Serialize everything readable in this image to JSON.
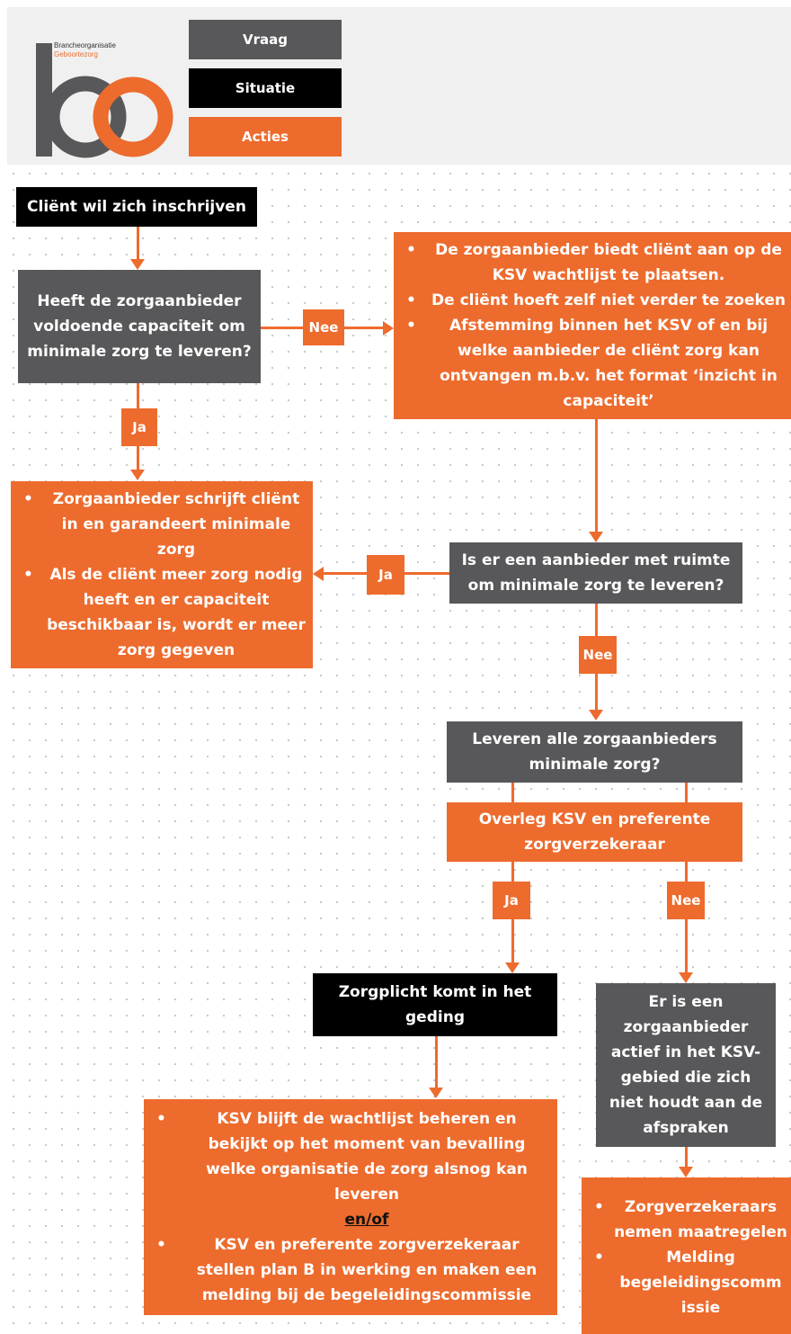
{
  "logo": {
    "line1": "Brancheorganisatie",
    "line2": "Geboortezorg",
    "mark": "bo"
  },
  "legend": {
    "question": "Vraag",
    "situation": "Situatie",
    "actions": "Acties"
  },
  "colors": {
    "orange": "#ed6b2d",
    "gray": "#58585a",
    "black": "#000000"
  },
  "start": "Cliënt wil zich inschrijven",
  "q1": "Heeft de zorgaanbieder voldoende capaciteit om minimale zorg te leveren?",
  "action_ksv": [
    "De zorgaanbieder biedt cliënt aan op de KSV wachtlijst te plaatsen.",
    "De cliënt hoeft zelf niet verder te zoeken",
    "Afstemming binnen het KSV of en bij welke aanbieder de cliënt zorg kan ontvangen  m.b.v. het format ‘inzicht in capaciteit’"
  ],
  "action_register": [
    "Zorgaanbieder schrijft cliënt in en garandeert minimale zorg",
    "Als de cliënt meer zorg nodig heeft en er capaciteit beschikbaar is, wordt er meer zorg gegeven"
  ],
  "q2": "Is er een aanbieder met ruimte om minimale zorg te leveren?",
  "q3": "Leveren alle zorgaanbieders minimale zorg?",
  "action_overleg": "Overleg KSV en preferente zorgverzekeraar",
  "situation_zorgplicht": "Zorgplicht komt in het geding",
  "q4": "Er is een zorgaanbieder actief in het KSV-gebied die zich niet houdt aan de afspraken",
  "action_plan": {
    "item1": "KSV blijft de wachtlijst beheren en bekijkt op het moment van bevalling welke organisatie de zorg alsnog kan leveren",
    "connector": "en/of",
    "item2": "KSV en preferente zorgverzekeraar stellen plan B in werking en maken een melding bij de begeleidingscommissie"
  },
  "action_insurers": [
    "Zorgverzekeraars nemen maatregelen",
    "Melding begeleidingscomm issie"
  ],
  "labels": {
    "yes": "Ja",
    "no": "Nee"
  }
}
